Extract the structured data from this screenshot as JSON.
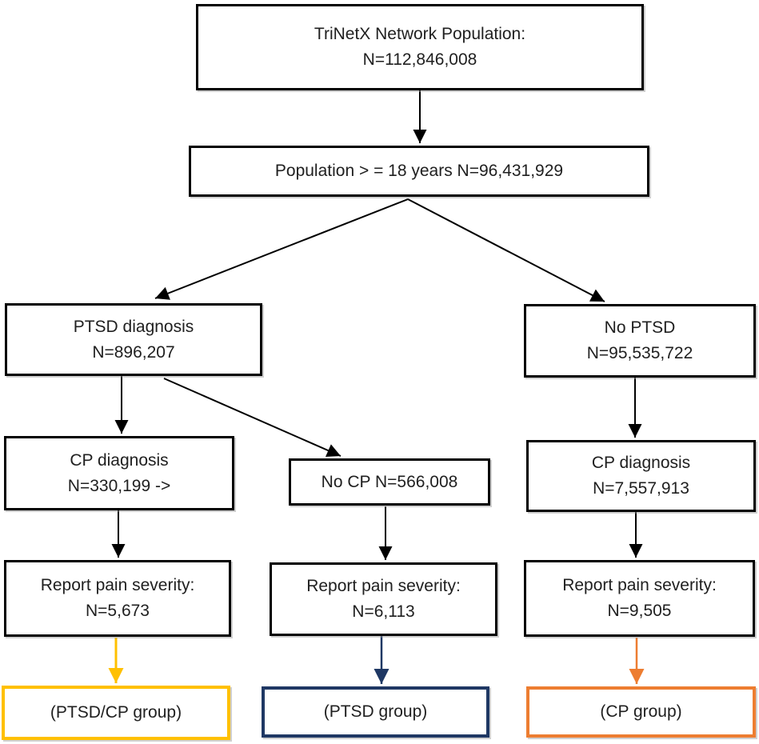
{
  "figure": {
    "nodes": {
      "network": {
        "lines": [
          "TriNetX Network Population:",
          "N=112,846,008"
        ]
      },
      "adults": {
        "lines": [
          "Population > = 18 years N=96,431,929"
        ]
      },
      "ptsd": {
        "lines": [
          "PTSD diagnosis",
          "N=896,207"
        ]
      },
      "no_ptsd": {
        "lines": [
          "No PTSD",
          "N=95,535,722"
        ]
      },
      "cp_left": {
        "lines": [
          "CP diagnosis",
          "N=330,199 ->"
        ]
      },
      "no_cp": {
        "lines": [
          "No CP N=566,008"
        ]
      },
      "cp_right": {
        "lines": [
          "CP diagnosis",
          "N=7,557,913"
        ]
      },
      "report_ptsd_cp": {
        "lines": [
          "Report pain severity:",
          "N=5,673"
        ]
      },
      "report_ptsd": {
        "lines": [
          "Report pain severity:",
          "N=6,113"
        ]
      },
      "report_cp": {
        "lines": [
          "Report pain severity:",
          "N=9,505"
        ]
      },
      "group_ptsd_cp": {
        "lines": [
          "(PTSD/CP group)"
        ]
      },
      "group_ptsd": {
        "lines": [
          "(PTSD group)"
        ]
      },
      "group_cp": {
        "lines": [
          "(CP group)"
        ]
      }
    },
    "colors": {
      "box_border": "#000000",
      "arrow": "#000000",
      "group_ptsd_cp_accent": "#FFC000",
      "group_ptsd_accent": "#1F3864",
      "group_cp_accent": "#ED7D31",
      "text": "#202020",
      "background": "#ffffff"
    }
  }
}
